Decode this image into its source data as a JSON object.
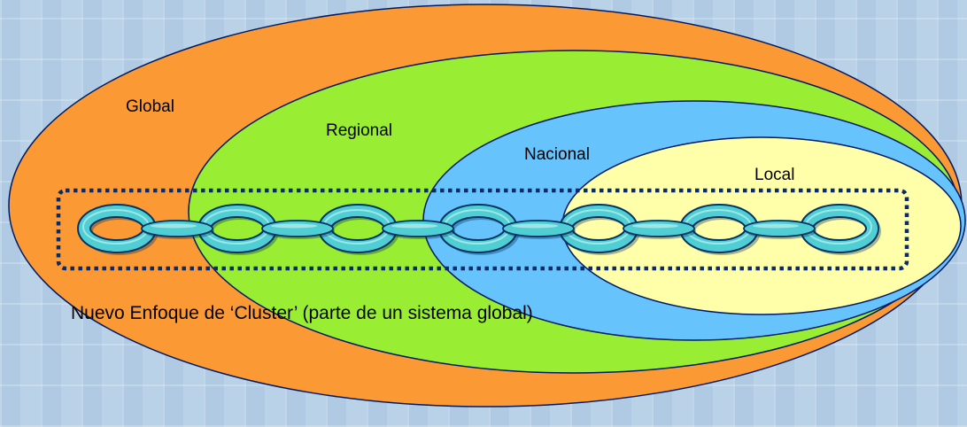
{
  "colors": {
    "global": "#fb9a35",
    "regional": "#99ee33",
    "nacional": "#66c3fb",
    "local": "#ffffaa",
    "outline": "#001a66",
    "chain_fill": "#4fcfd4",
    "chain_stroke": "#003366",
    "cluster_border": "#0a2a6b"
  },
  "labels": {
    "global": "Global",
    "regional": "Regional",
    "nacional": "Nacional",
    "local": "Local"
  },
  "caption": "Nuevo Enfoque de ‘Cluster’ (parte de un sistema global)",
  "chain": {
    "ring_count": 7,
    "connector_count": 6
  }
}
